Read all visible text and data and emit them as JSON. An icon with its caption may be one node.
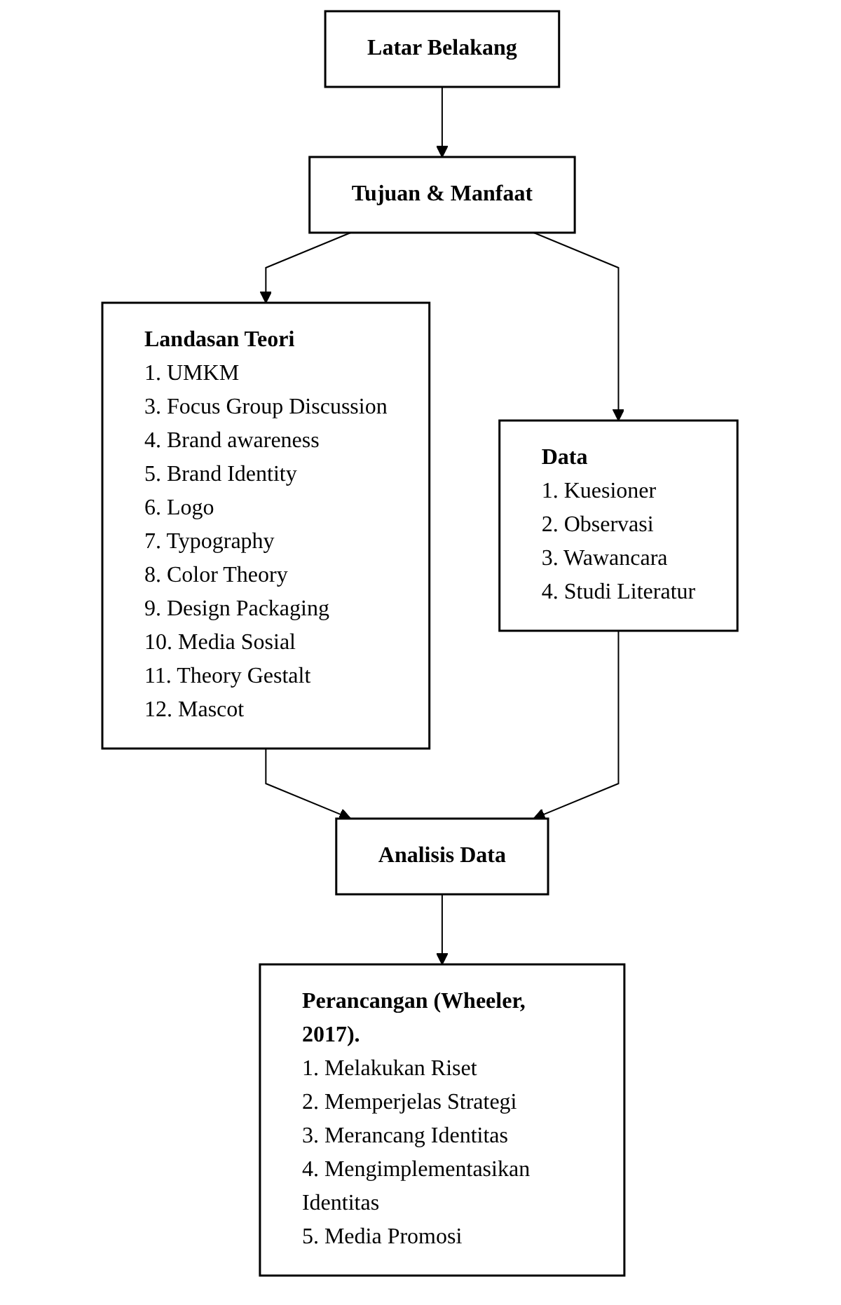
{
  "diagram": {
    "nodes": [
      {
        "text": [
          "Latar Belakang"
        ]
      },
      {
        "text": [
          "Tujuan & Manfaat"
        ]
      },
      {
        "text": [
          "Landasan Teori",
          "1. UMKM",
          "3. Focus Group Discussion",
          "4. Brand awareness",
          "5. Brand Identity",
          "6. Logo",
          "7. Typography",
          "8. Color Theory",
          "9. Design Packaging",
          "10. Media Sosial",
          "11. Theory Gestalt",
          "12. Mascot"
        ]
      },
      {
        "text": [
          "Data",
          "1. Kuesioner",
          "2. Observasi",
          "3. Wawancara",
          "4. Studi Literatur"
        ]
      },
      {
        "text": [
          "Analisis Data"
        ]
      },
      {
        "text": [
          "Perancangan (Wheeler, 2017).",
          "1. Melakukan Riset",
          "2. Memperjelas Strategi",
          "3. Merancang Identitas",
          "4. Mengimplementasikan Identitas",
          "5. Media Promosi"
        ]
      }
    ],
    "edges": [
      {
        "from": 0,
        "to": 1,
        "arrow": "to"
      },
      {
        "from": 1,
        "to": 2,
        "arrow": "to"
      },
      {
        "from": 1,
        "to": 3,
        "arrow": "to"
      },
      {
        "from": 2,
        "to": 4,
        "arrow": "to"
      },
      {
        "from": 3,
        "to": 4,
        "arrow": "to"
      },
      {
        "from": 4,
        "to": 5,
        "arrow": "to"
      }
    ]
  }
}
